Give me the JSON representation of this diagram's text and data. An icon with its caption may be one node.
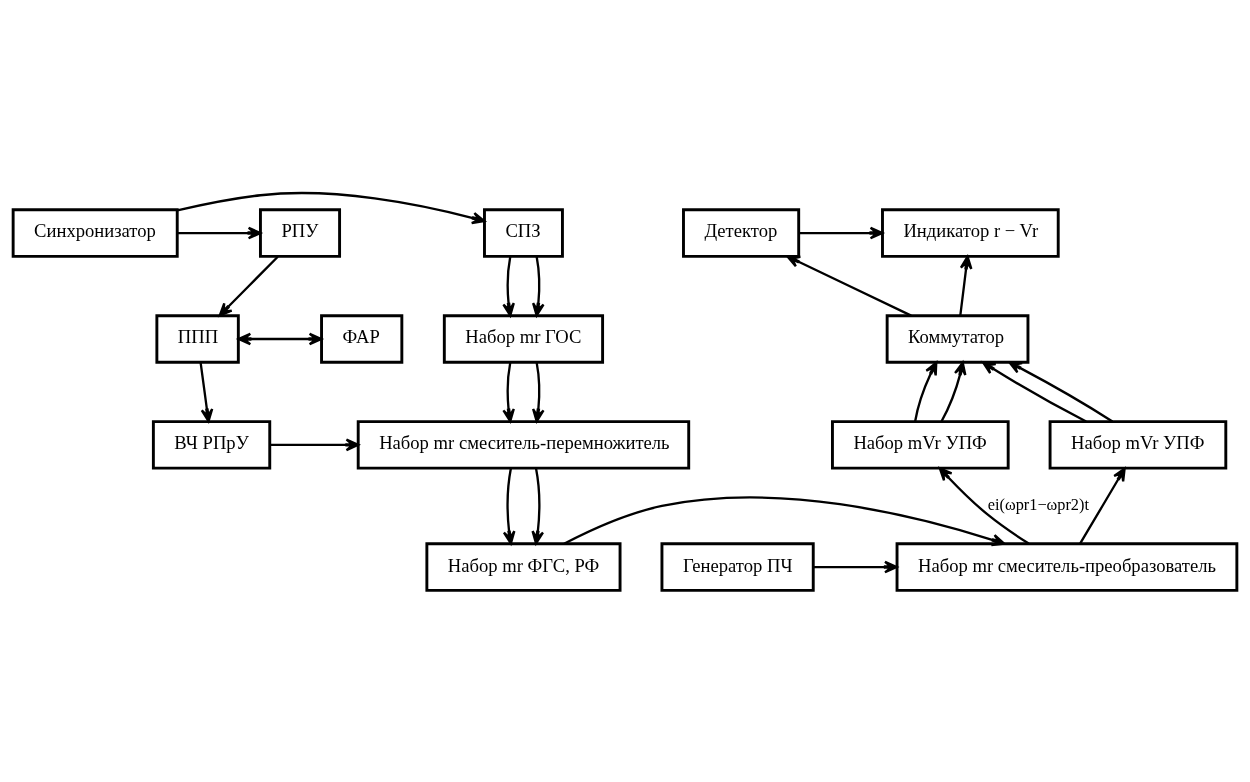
{
  "diagram": {
    "nodes": [
      {
        "text": [
          "Синхронизатор"
        ]
      },
      {
        "text": [
          "РПУ"
        ]
      },
      {
        "text": [
          "СПЗ"
        ]
      },
      {
        "text": [
          "ФАР"
        ]
      },
      {
        "text": [
          "ППП"
        ]
      },
      {
        "text": [
          "Набор mr ГОС"
        ]
      },
      {
        "text": [
          "ВЧ РПрУ"
        ]
      },
      {
        "text": [
          "Набор mr смеситель-перемножитель"
        ]
      },
      {
        "text": [
          "Набор mr ФГС, РФ"
        ]
      },
      {
        "text": [
          "Набор mr смеситель-преобразователь"
        ]
      },
      {
        "text": [
          "Генератор ПЧ"
        ]
      },
      {
        "text": [
          "Набор mVr УПФ"
        ]
      },
      {
        "text": [
          "Набор mVr УПФ"
        ]
      },
      {
        "text": [
          "Коммутатор"
        ]
      },
      {
        "text": [
          "Детектор"
        ]
      },
      {
        "text": [
          "Индикатор r − Vr"
        ]
      }
    ],
    "edges": [
      {
        "from": 0,
        "to": 1,
        "arrow": "to"
      },
      {
        "from": 0,
        "to": 2,
        "arrow": "to"
      },
      {
        "from": 1,
        "to": 4,
        "arrow": "to"
      },
      {
        "from": 3,
        "to": 4,
        "arrow": "both"
      },
      {
        "from": 2,
        "to": 5,
        "arrow": "to"
      },
      {
        "from": 2,
        "to": 5,
        "arrow": "to"
      },
      {
        "from": 4,
        "to": 6,
        "arrow": "to"
      },
      {
        "from": 6,
        "to": 7,
        "arrow": "to"
      },
      {
        "from": 5,
        "to": 7,
        "arrow": "to"
      },
      {
        "from": 5,
        "to": 7,
        "arrow": "to"
      },
      {
        "from": 7,
        "to": 8,
        "arrow": "to"
      },
      {
        "from": 7,
        "to": 8,
        "arrow": "to"
      },
      {
        "from": 8,
        "to": 9,
        "arrow": "to"
      },
      {
        "from": 10,
        "to": 9,
        "arrow": "to"
      },
      {
        "from": 9,
        "to": 11,
        "arrow": "to"
      },
      {
        "from": 9,
        "to": 12,
        "arrow": "to",
        "label": "ei(ωpr1−ωpr2)t"
      },
      {
        "from": 11,
        "to": 13,
        "arrow": "to"
      },
      {
        "from": 11,
        "to": 13,
        "arrow": "to"
      },
      {
        "from": 12,
        "to": 13,
        "arrow": "to"
      },
      {
        "from": 12,
        "to": 13,
        "arrow": "to"
      },
      {
        "from": 13,
        "to": 14,
        "arrow": "to"
      },
      {
        "from": 13,
        "to": 15,
        "arrow": "to"
      },
      {
        "from": 14,
        "to": 15,
        "arrow": "to"
      }
    ]
  }
}
